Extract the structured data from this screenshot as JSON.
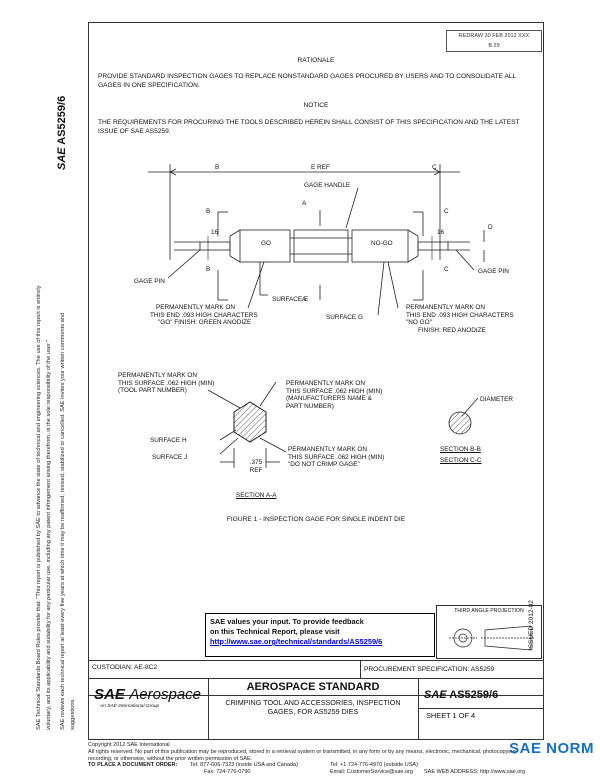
{
  "header": {
    "box_line1": "REDRAW 30 FEB 2012 XXX",
    "box_line2": "B 29"
  },
  "doc_id_vertical": "AS5259/6",
  "sidebar": {
    "col1": "SAE Technical Standards Board Rules provide that: \"This report is published by SAE to advance the state of technical and engineering sciences. The use of this report is entirely",
    "col2": "voluntary, and its applicability and suitability for any particular use, including any patent infringement arising therefrom, is the sole responsibility of the user.\"",
    "col3": "SAE reviews each technical report at least every five years at which time it may be reaffirmed, revised, stabilized or cancelled. SAE invites your written comments and",
    "col4": "suggestions."
  },
  "rationale": {
    "heading": "RATIONALE",
    "text": "PROVIDE STANDARD INSPECTION GAGES TO REPLACE NONSTANDARD GAGES PROCURED BY USERS AND TO CONSOLIDATE ALL GAGES IN ONE SPECIFICATION."
  },
  "notice": {
    "heading": "NOTICE",
    "text": "THE REQUIREMENTS FOR PROCURING THE TOOLS DESCRIBED HEREIN SHALL CONSIST OF THIS SPECIFICATION AND THE LATEST ISSUE OF SAE AS5259."
  },
  "figure": {
    "dims": {
      "b": "B",
      "e_ref": "E REF",
      "c": "C",
      "a": "A",
      "d": "D",
      "sixteen": "16",
      "ref375": ".375",
      "ref": "REF"
    },
    "gage_handle": "GAGE HANDLE",
    "go": "GO",
    "nogo": "NO-GO",
    "gage_pin_left": "GAGE PIN",
    "gage_pin_right": "GAGE PIN",
    "surface_e": "SURFACE E",
    "surface_g": "SURFACE G",
    "surface_h": "SURFACE H",
    "surface_j": "SURFACE J",
    "perm_go": [
      "PERMANENTLY MARK ON",
      "THIS END .093 HIGH CHARACTERS",
      "\"GO\" FINISH: GREEN ANODIZE"
    ],
    "perm_nogo": [
      "PERMANENTLY MARK ON",
      "THIS END .093 HIGH CHARACTERS",
      "\"NO GO\"",
      "FINISH: RED ANODIZE"
    ],
    "perm_tool": [
      "PERMANENTLY MARK ON",
      "THIS SURFACE .062 HIGH (MIN)",
      "(TOOL PART NUMBER)"
    ],
    "perm_mfr": [
      "PERMANENTLY MARK ON",
      "THIS SURFACE .062 HIGH (MIN)",
      "(MANUFACTURERS NAME &",
      "PART NUMBER)"
    ],
    "perm_dnc": [
      "PERMANENTLY MARK ON",
      "THIS SURFACE .062 HIGH (MIN)",
      "\"DO NOT CRIMP GAGE\""
    ],
    "diameter": "DIAMETER",
    "section_bb": "SECTION B-B",
    "section_cc": "SECTION C-C",
    "section_aa": "SECTION A-A",
    "caption": "FIGURE 1 - INSPECTION GAGE FOR SINGLE INDENT DIE"
  },
  "feedback": {
    "line1": "SAE values your input. To provide feedback",
    "line2": "on this Technical Report, please visit",
    "link": "http://www.sae.org/technical/standards/AS5259/6"
  },
  "right_vertical": "ISSUED 2012-02",
  "third_angle": "THIRD ANGLE PROJECTION",
  "title_block": {
    "custodian": "CUSTODIAN: AE-8C2",
    "procurement": "PROCUREMENT SPECIFICATION: AS5259",
    "brand_sae": "SAE",
    "brand_aero": "Aerospace",
    "brand_tag": "An SAE International Group",
    "std_title": "AEROSPACE STANDARD",
    "desc1": "CRIMPING TOOL AND ACCESSORIES, INSPECTION",
    "desc2": "GAGES, FOR AS5259 DIES",
    "doc_sae": "SAE",
    "doc_num": "AS5259/6",
    "sheet": "SHEET 1 OF 4"
  },
  "footer": {
    "copy": "Copyright 2012 SAE International",
    "rights": "All rights reserved. No part of this publication may be reproduced, stored in a retrieval system or transmitted, in any form or by any means, electronic, mechanical, photocopying,",
    "rights2": "recording, or otherwise, without the prior written permission of SAE.",
    "order": "TO PLACE A DOCUMENT ORDER:",
    "tel": "Tel: 877-606-7323 (inside USA and Canada)",
    "tel2": "Tel: +1 724-776-4970 (outside USA)",
    "fax": "Fax: 724-776-0790",
    "email": "Email: CustomerService@sae.org",
    "web": "SAE WEB ADDRESS: http://www.sae.org"
  },
  "watermark": "SAE NORM"
}
